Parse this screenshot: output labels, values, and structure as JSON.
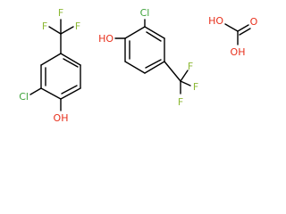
{
  "colors": {
    "bond": "#000000",
    "fluorine": "#8db836",
    "chlorine": "#3ea23a",
    "oxygen": "#e8301c"
  },
  "molecule_1": {
    "f_top": "F",
    "f_left": "F",
    "f_right": "F",
    "cl": "Cl",
    "oh": "OH"
  },
  "molecule_2": {
    "oh": "HO",
    "cl": "Cl",
    "f_right": "F",
    "f_top": "F",
    "f_bottom": "F"
  },
  "molecule_3": {
    "ho": "HO",
    "o": "O",
    "oh": "OH"
  }
}
